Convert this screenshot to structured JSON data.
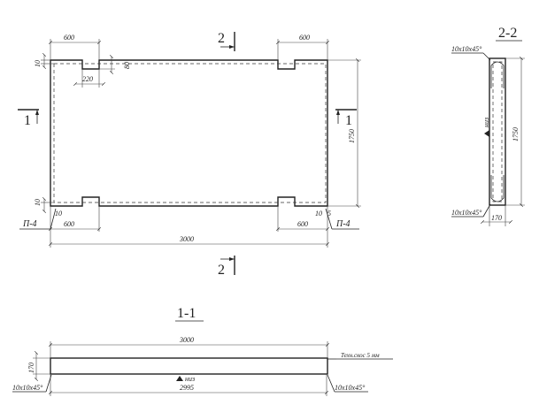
{
  "plan": {
    "dim_top_left": "600",
    "dim_top_right": "600",
    "dim_notch_width": "220",
    "dim_notch_depth": "80",
    "dim_edge_top": "10",
    "dim_edge_bottom": "10",
    "dim_bottom_left_10": "10",
    "dim_bottom_right_10": "10",
    "dim_bottom_right_5": "5",
    "dim_bottom_left_600": "600",
    "dim_bottom_right_600": "600",
    "dim_total_length": "3000",
    "dim_height": "1750",
    "loop_left": "П-4",
    "loop_right": "П-4",
    "section_top": "2",
    "section_bottom": "2",
    "section_left": "1",
    "section_right": "1"
  },
  "section22": {
    "title": "2-2",
    "chamfer_top": "10x10x45°",
    "chamfer_bottom": "10x10x45°",
    "dim_height": "1750",
    "dim_width": "170",
    "bottom_label": "низ"
  },
  "section11": {
    "title": "1-1",
    "dim_top": "3000",
    "dim_bottom": "2995",
    "dim_thickness": "170",
    "chamfer_left": "10x10x45°",
    "chamfer_right": "10x10x45°",
    "tech_bevel": "Техн.скос 5 мм",
    "bottom_label": "низ"
  }
}
